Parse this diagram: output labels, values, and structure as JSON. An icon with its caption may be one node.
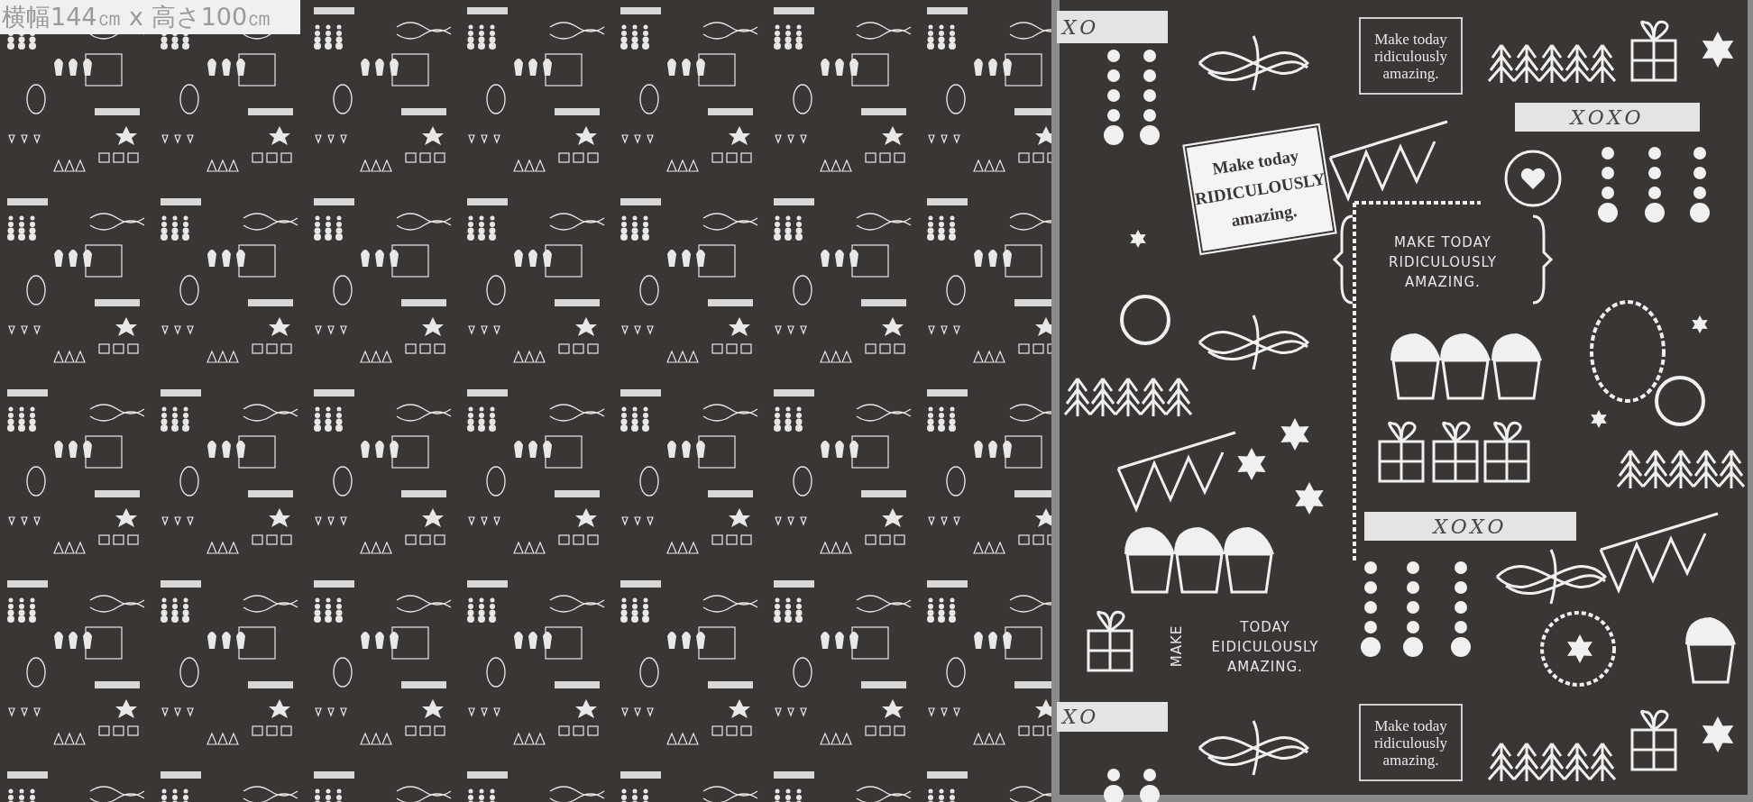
{
  "diagram": {
    "labels": [
      "横幅144㎝ x 高さ100㎝",
      "XO",
      "Make today ridiculously amazing.",
      "XOXO",
      "Make today RIDICULOUSLY amazing.",
      "MAKE TODAY RIDICULOUSLY AMAZING.",
      "XOXO",
      "MAKE",
      "TODAY EIDICULOUSLY AMAZING.",
      "XO",
      "Make today ridiculously amazing."
    ]
  }
}
